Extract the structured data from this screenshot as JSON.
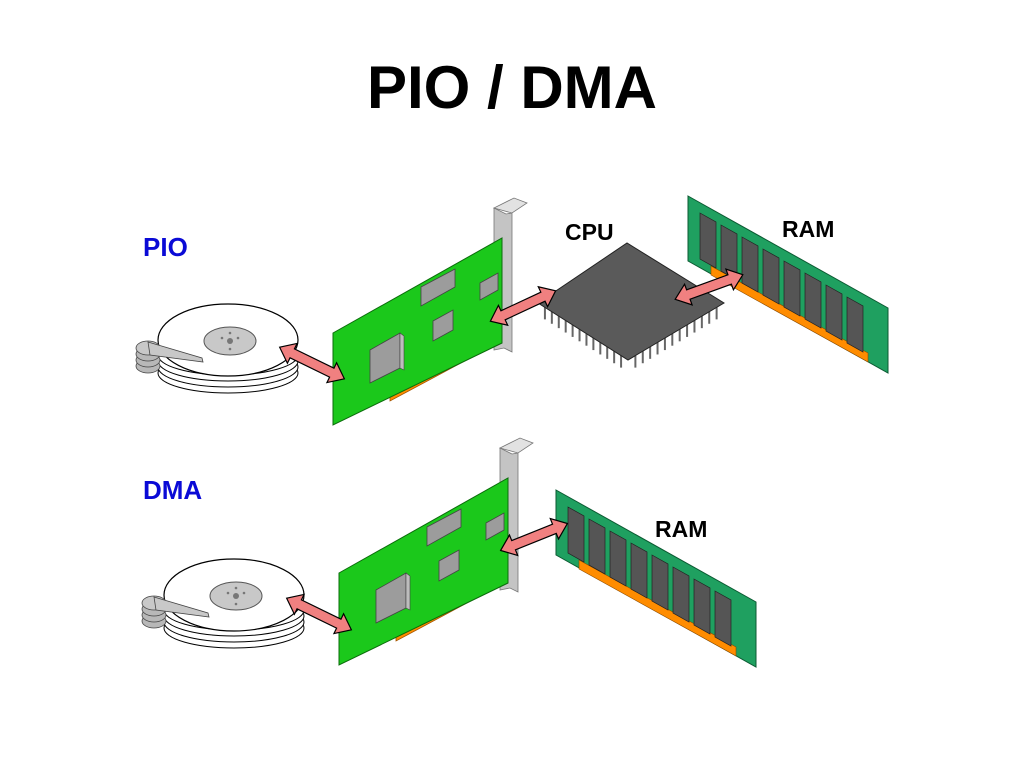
{
  "title": "PIO / DMA",
  "sections": {
    "pio": {
      "label": "PIO",
      "cpu_label": "CPU",
      "ram_label": "RAM"
    },
    "dma": {
      "label": "DMA",
      "ram_label": "RAM"
    }
  },
  "colors": {
    "section_label": "#0a0ad6",
    "card_green": "#1bc81b",
    "ram_green": "#1fa060",
    "arrow": "#f08080",
    "chip": "#5a5a5a",
    "edge_connector": "#ff8c00",
    "bracket": "#c0c0c0"
  },
  "icons": [
    "hard-disk-icon",
    "expansion-card-icon",
    "cpu-chip-icon",
    "ram-module-icon",
    "double-arrow-icon"
  ]
}
